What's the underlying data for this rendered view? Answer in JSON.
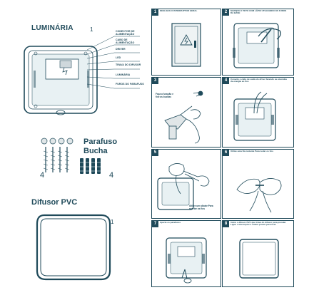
{
  "luminaria": {
    "title": "LUMINÁRIA",
    "ref": "1",
    "parts": [
      "CONECTOR DE ALIMENTAÇÃO",
      "CABO DE ALIMENTAÇÃO",
      "DRIVER",
      "LED",
      "TRAVA DO DIFUSOR",
      "LUMINÁRIA",
      "FUROS DO PARAFUSO"
    ]
  },
  "hardware": {
    "screw_label": "Parafuso",
    "anchor_label": "Bucha",
    "screw_count": "4",
    "anchor_count": "4"
  },
  "difusor": {
    "title": "Difusor PVC",
    "ref": "1"
  },
  "steps": [
    {
      "num": "1",
      "text": "DESLIGUE O INTERRUPTOR GERAL"
    },
    {
      "num": "2",
      "text": "MARQUE O TETO COM LÁPIS UTILIZANDO OS FUROS DA BASE"
    },
    {
      "num": "3",
      "text": "Faça a furação e fixe as buchas"
    },
    {
      "num": "4",
      "text": "Conecte o cabo de saída do driver fazendo as emendas de energia ao fios"
    },
    {
      "num": "5",
      "text": "Utilize um alicate para apertar os fios"
    },
    {
      "num": "6",
      "text": "Utilize uma fita isolante Para isolar os fios"
    },
    {
      "num": "7",
      "text": "Aperte os parafusos"
    },
    {
      "num": "8",
      "text": "Insira o difusor PVC que trava do difusor para prender. Ligue o interruptor e estará pronto para usar"
    }
  ],
  "step3_caption": "Faça a furação e fixe as buchas",
  "step5_caption": "Utilize um alicate Para apertar os fios"
}
